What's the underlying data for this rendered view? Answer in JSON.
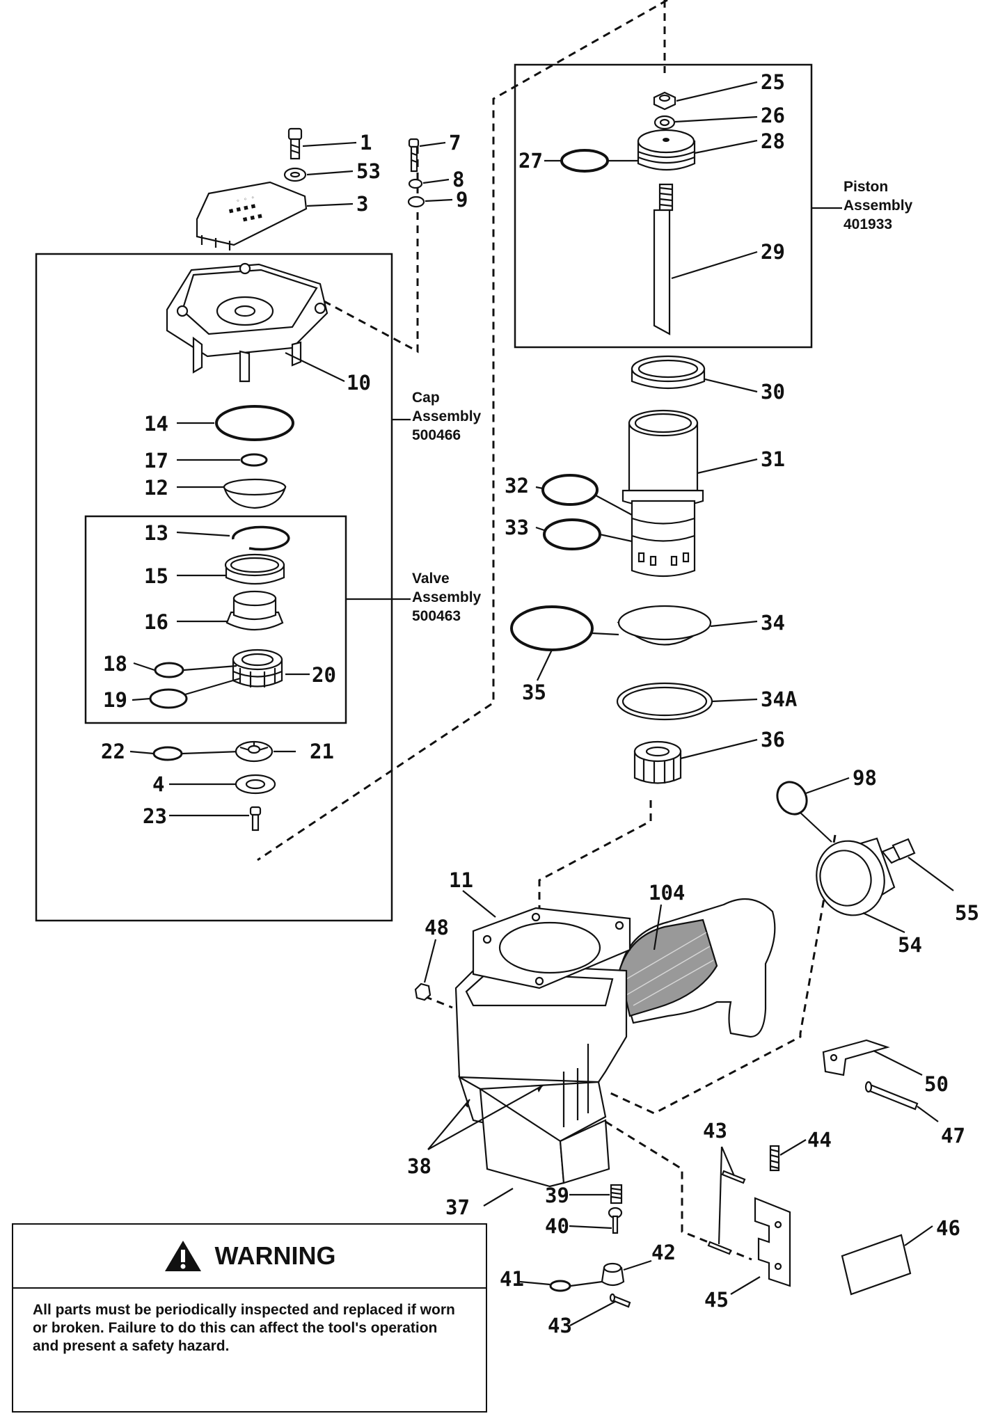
{
  "part_numbers": {
    "p1": "1",
    "p53": "53",
    "p3": "3",
    "p7": "7",
    "p8": "8",
    "p9": "9",
    "p10": "10",
    "p14": "14",
    "p17": "17",
    "p12": "12",
    "p13": "13",
    "p15": "15",
    "p16": "16",
    "p18": "18",
    "p19": "19",
    "p20": "20",
    "p22": "22",
    "p21": "21",
    "p4": "4",
    "p23": "23",
    "p25": "25",
    "p26": "26",
    "p27": "27",
    "p28": "28",
    "p29": "29",
    "p30": "30",
    "p31": "31",
    "p32": "32",
    "p33": "33",
    "p34": "34",
    "p35": "35",
    "p34a": "34A",
    "p36": "36",
    "p98": "98",
    "p55": "55",
    "p54": "54",
    "p11": "11",
    "p104": "104",
    "p48": "48",
    "p50": "50",
    "p47": "47",
    "p38": "38",
    "p37": "37",
    "p43a": "43",
    "p44": "44",
    "p39": "39",
    "p40": "40",
    "p46": "46",
    "p41": "41",
    "p42": "42",
    "p43b": "43",
    "p45": "45"
  },
  "assemblies": {
    "piston": [
      "Piston",
      "Assembly",
      "401933"
    ],
    "cap": [
      "Cap",
      "Assembly",
      "500466"
    ],
    "valve": [
      "Valve",
      "Assembly",
      "500463"
    ]
  },
  "warning": {
    "title": "WARNING",
    "text": "All parts must be periodically inspected and replaced if worn or broken. Failure to do this can affect the tool's operation and present a safety hazard."
  }
}
